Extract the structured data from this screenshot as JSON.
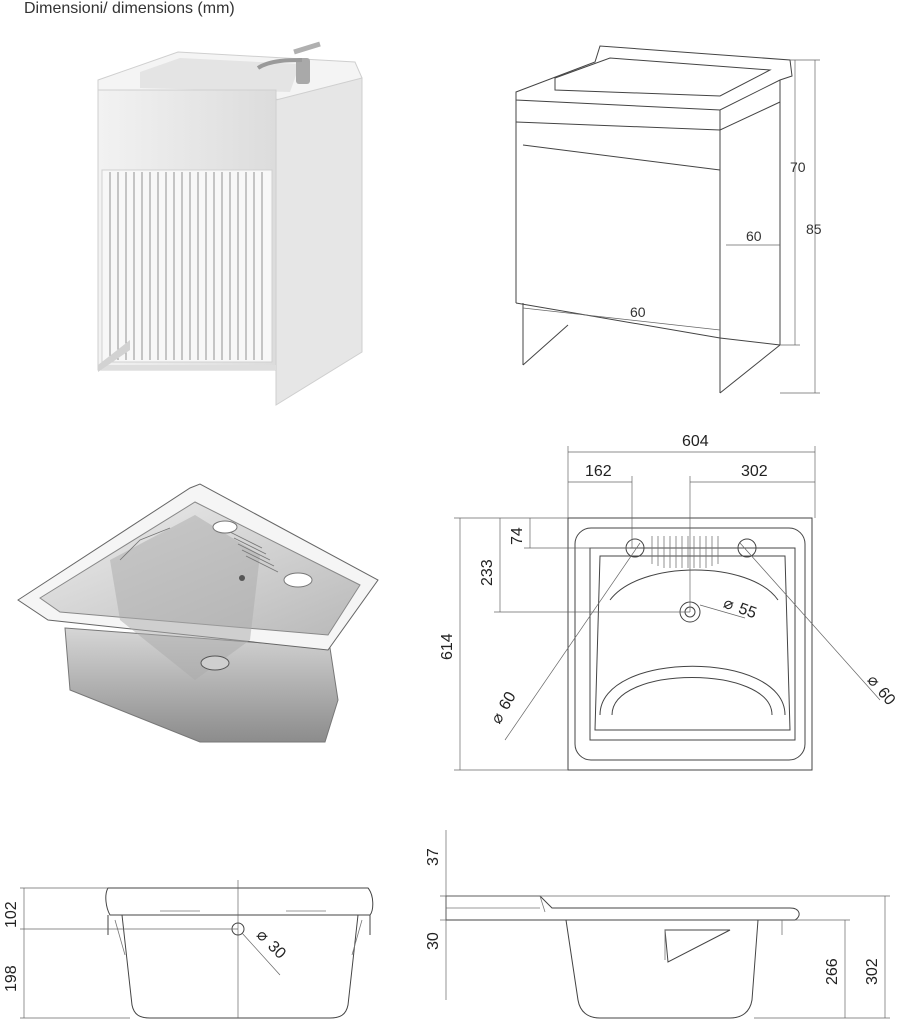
{
  "title": "Dimensioni/ dimensions (mm)",
  "cabinet_dims": {
    "height_body": "70",
    "height_total": "85",
    "depth": "60",
    "width": "60"
  },
  "sink_top_dims": {
    "width": "604",
    "left_offset": "162",
    "right_offset": "302",
    "top_offset": "74",
    "drain_offset": "233",
    "depth": "614",
    "drain_diameter": "55",
    "hole_left": "60",
    "hole_right": "60"
  },
  "front_dims": {
    "rim": "102",
    "body": "198",
    "overflow": "30"
  },
  "side_dims": {
    "top": "37",
    "middle": "30",
    "inner": "266",
    "outer": "302"
  },
  "diameter_symbol": "⌀"
}
